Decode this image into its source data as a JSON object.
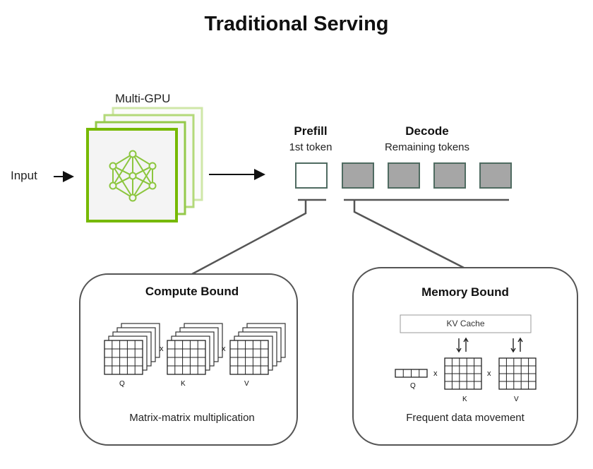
{
  "title": "Traditional Serving",
  "input_label": "Input",
  "gpu_stack": {
    "label": "Multi-GPU",
    "icon": "neural-network-icon",
    "color": "#76b900"
  },
  "prefill": {
    "title": "Prefill",
    "subtitle": "1st token"
  },
  "decode": {
    "title": "Decode",
    "subtitle": "Remaining tokens",
    "token_count": 4
  },
  "compute_box": {
    "title": "Compute Bound",
    "matrices": [
      "Q",
      "K",
      "V"
    ],
    "operator": "x",
    "caption": "Matrix-matrix multiplication"
  },
  "memory_box": {
    "title": "Memory Bound",
    "cache_label": "KV Cache",
    "matrices": [
      "Q",
      "K",
      "V"
    ],
    "operator": "x",
    "caption": "Frequent data movement"
  },
  "colors": {
    "accent": "#76b900",
    "token_fill": "#a6a6a6",
    "token_border": "#4f6b61",
    "line": "#555555"
  }
}
